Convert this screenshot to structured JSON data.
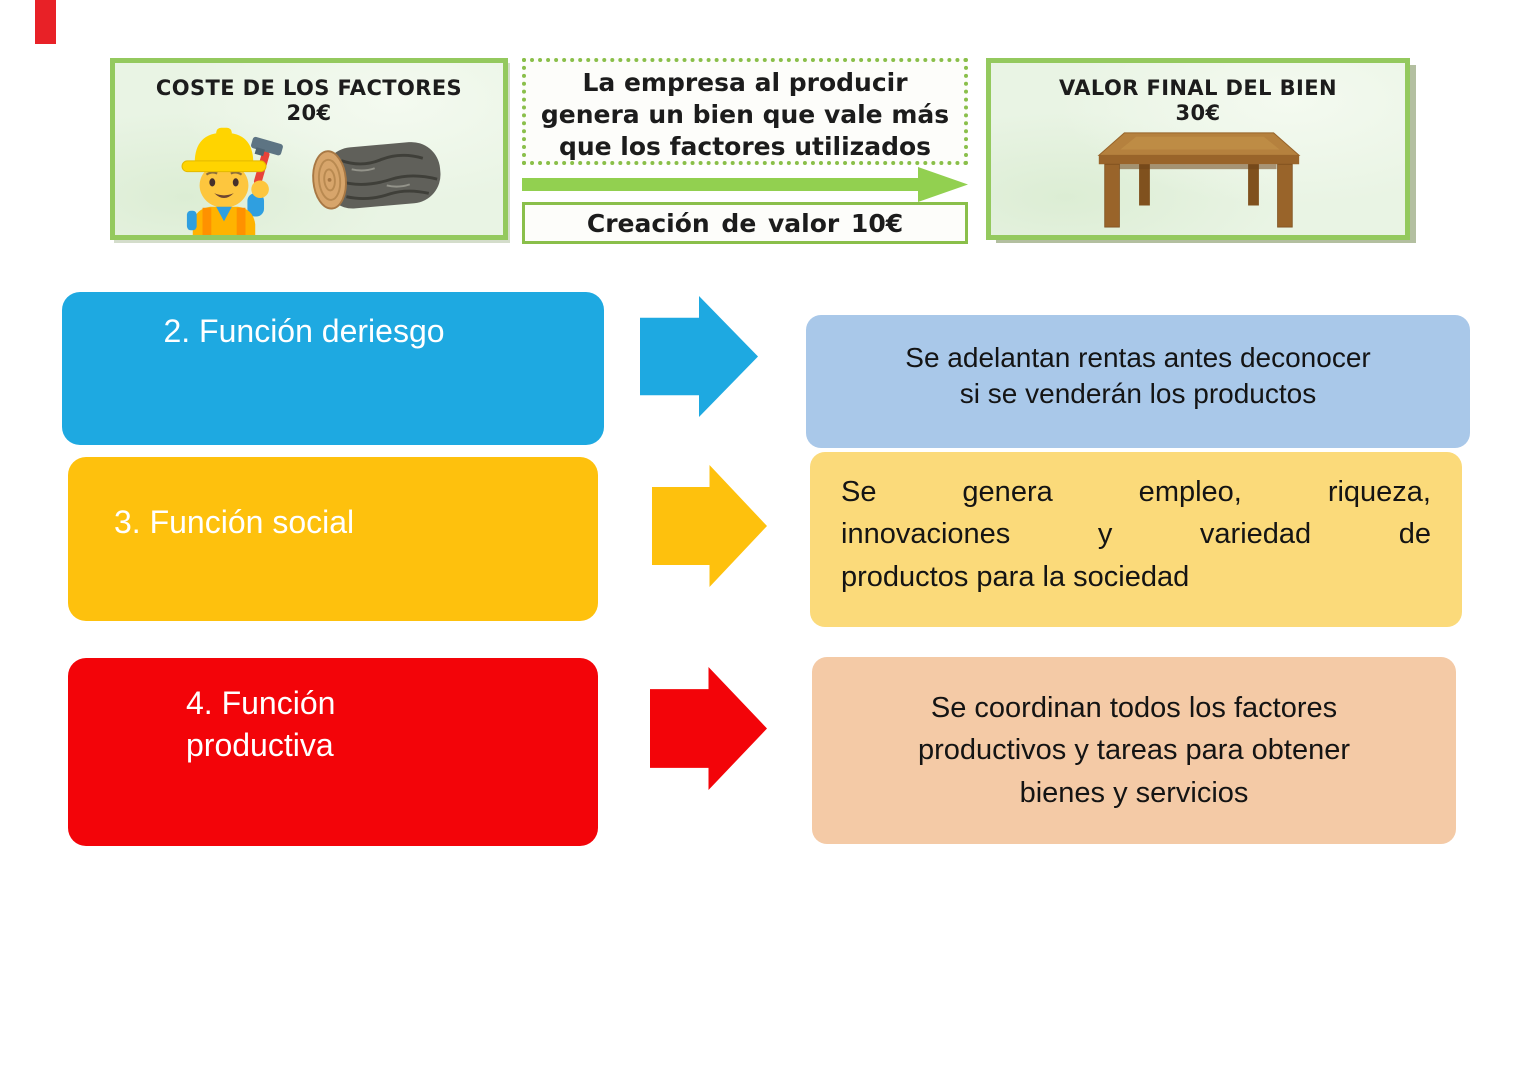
{
  "colors": {
    "green_border": "#94c95e",
    "green_dotted": "#8abf4a",
    "green_arrow": "#92d050",
    "light_green_bg": "#e9f4e4",
    "risk_blue": "#1ea9e1",
    "risk_blue_light": "#a9c8e9",
    "social_gold": "#fec10d",
    "social_gold_light": "#fbda7a",
    "productive_red": "#f30409",
    "productive_red_light": "#f4caa6",
    "corner_mark_red": "#e82127",
    "text_dark": "#1c1c1c"
  },
  "value_chain": {
    "cost_box": {
      "title": "COSTE DE LOS FACTORES",
      "amount": "20€"
    },
    "process_box": {
      "line1": "La empresa al producir",
      "line2": "genera un bien que vale más",
      "line3": "que los factores utilizados"
    },
    "value_creation_label": "Creación de valor 10€",
    "final_box": {
      "title": "VALOR FINAL DEL BIEN",
      "amount": "30€"
    }
  },
  "functions": [
    {
      "id": "riesgo",
      "label": "2. Función deriesgo",
      "desc_line1": "Se adelantan rentas antes deconocer",
      "desc_line2": "si se venderán los productos",
      "box_color": "#1ea9e1",
      "desc_color": "#a9c8e9"
    },
    {
      "id": "social",
      "label": "3. Función social",
      "desc_line1": "Se genera empleo, riqueza,",
      "desc_line2": "innovaciones y variedad de",
      "desc_line3": "productos para la sociedad",
      "box_color": "#fec10d",
      "desc_color": "#fbda7a"
    },
    {
      "id": "productiva",
      "label_line1": "4. Función",
      "label_line2": "productiva",
      "desc_line1": "Se coordinan todos los factores",
      "desc_line2": "productivos y tareas para obtener",
      "desc_line3": "bienes y servicios",
      "box_color": "#f30409",
      "desc_color": "#f4caa6"
    }
  ],
  "icons": {
    "worker": "construction-worker-icon",
    "log": "wood-log-icon",
    "table": "wooden-table-icon",
    "green_arrow": "green-arrow-icon",
    "block_arrow": "right-block-arrow-icon"
  }
}
